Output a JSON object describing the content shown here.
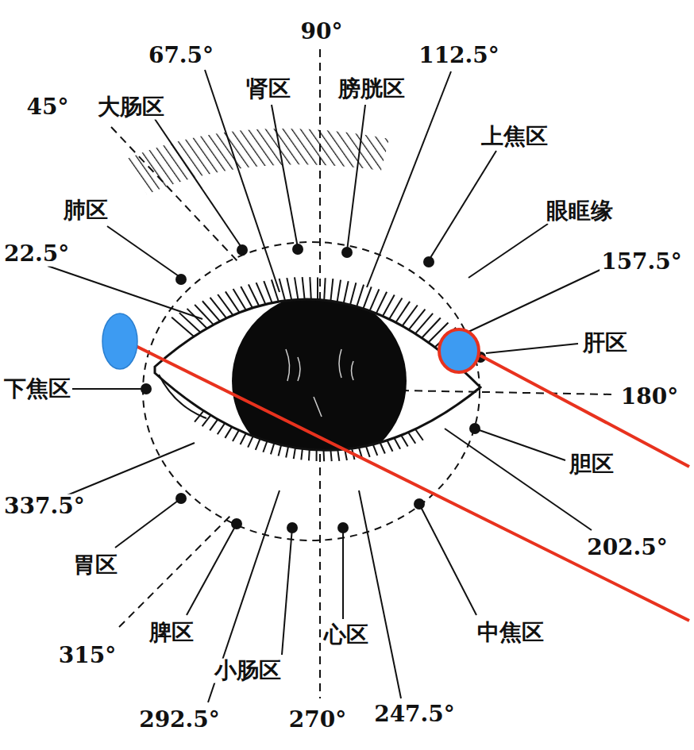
{
  "diagram": {
    "labels": [
      "90°",
      "67.5°",
      "肾区",
      "膀胱区",
      "112.5°",
      "45°",
      "大肠区",
      "上焦区",
      "肺区",
      "眼眶缘",
      "22.5°",
      "157.5°",
      "肝区",
      "下焦区",
      "180°",
      "胆区",
      "202.5°",
      "337.5°",
      "胃区",
      "中焦区",
      "315°",
      "脾区",
      "心区",
      "小肠区",
      "292.5°",
      "270°",
      "247.5°"
    ]
  }
}
